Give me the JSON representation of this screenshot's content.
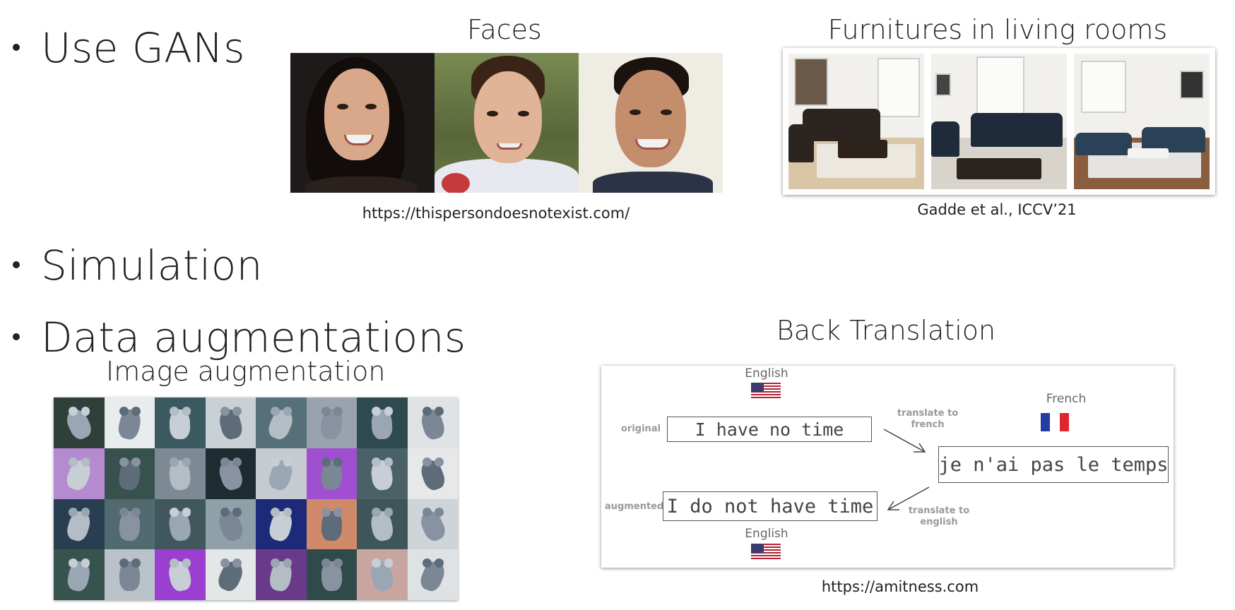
{
  "bullets": {
    "gans": "Use GANs",
    "simulation": "Simulation",
    "augmentations": "Data augmentations"
  },
  "faces": {
    "title": "Faces",
    "caption": "https://thispersondoesnotexist.com/"
  },
  "rooms": {
    "title": "Furnitures in living rooms",
    "caption": "Gadde et al., ICCV’21"
  },
  "image_aug": {
    "title": "Image augmentation"
  },
  "back_translation": {
    "title": "Back Translation",
    "english_top": "English",
    "english_bottom": "English",
    "french": "French",
    "original_label": "original",
    "augmented_label": "augmented",
    "original_text": "I have no time",
    "french_text": "je n'ai pas le temps",
    "augmented_text": "I do not have time",
    "to_french_label": "translate to french",
    "to_english_label": "translate to english",
    "caption": "https://amitness.com"
  },
  "icons": {
    "us_flag": "us-flag-icon",
    "fr_flag": "france-flag-icon"
  },
  "colors": {
    "text": "#222222",
    "box_border": "#555555",
    "label_grey": "#999999"
  }
}
